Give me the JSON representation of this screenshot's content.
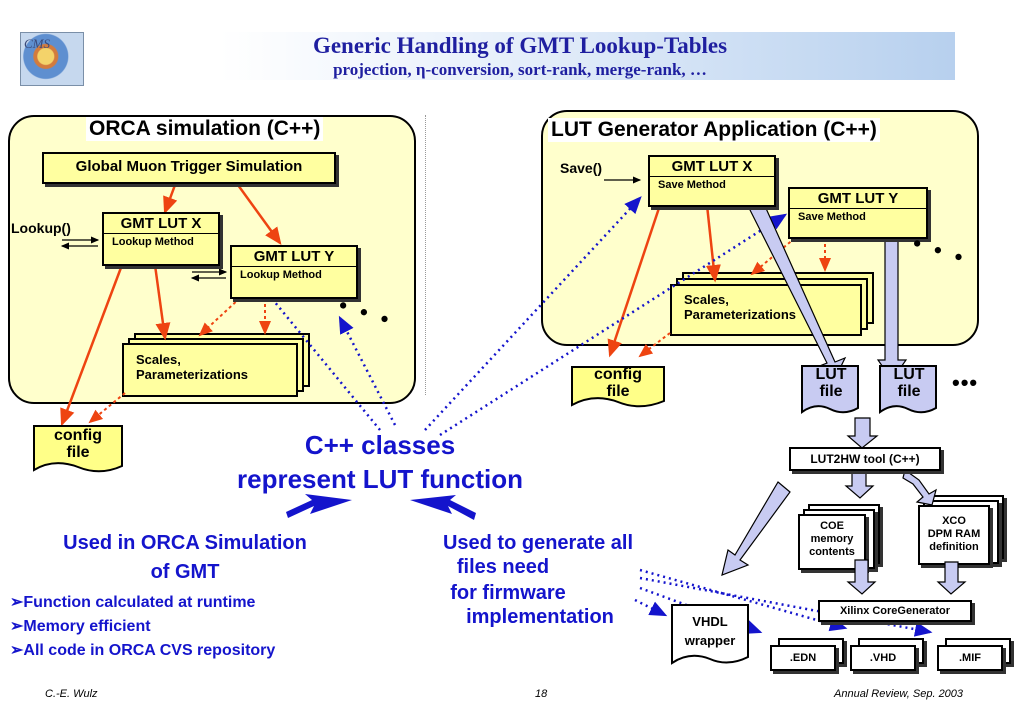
{
  "header": {
    "title": "Generic Handling of GMT Lookup-Tables",
    "subtitle": "projection, η-conversion, sort-rank, merge-rank, …",
    "logo_text": "CMS"
  },
  "orca": {
    "title": "ORCA simulation (C++)",
    "sim_box": "Global Muon Trigger Simulation",
    "lookup_label": "Lookup()",
    "lut_x": {
      "name": "GMT LUT X",
      "method": "Lookup Method"
    },
    "lut_y": {
      "name": "GMT LUT Y",
      "method": "Lookup Method"
    },
    "scales_l1": "Scales,",
    "scales_l2": "Parameterizations",
    "ellipsis": "• • •",
    "config_l1": "config",
    "config_l2": "file"
  },
  "lutgen": {
    "title": "LUT Generator Application (C++)",
    "save_label": "Save()",
    "lut_x": {
      "name": "GMT LUT X",
      "method": "Save Method"
    },
    "lut_y": {
      "name": "GMT LUT Y",
      "method": "Save Method"
    },
    "scales_l1": "Scales,",
    "scales_l2": "Parameterizations",
    "ellipsis": "• • •",
    "config_l1": "config",
    "config_l2": "file",
    "lut_file1_l1": "LUT",
    "lut_file1_l2": "file",
    "lut_file2_l1": "LUT",
    "lut_file2_l2": "file",
    "lut_ellipsis": "•••"
  },
  "center": {
    "line1": "C++ classes",
    "line2": "represent LUT function"
  },
  "left_use": {
    "line1": "Used in ORCA Simulation",
    "line2": "of GMT",
    "bullets": [
      "Function calculated at runtime",
      "Memory efficient",
      "All code in ORCA CVS repository"
    ]
  },
  "right_use": {
    "line1": "Used to generate all",
    "line2": "files need",
    "line3": "for firmware",
    "line4": "implementation"
  },
  "flow": {
    "lut2hw": "LUT2HW tool (C++)",
    "coe_l1": "COE",
    "coe_l2": "memory",
    "coe_l3": "contents",
    "xco_l1": "XCO",
    "xco_l2": "DPM RAM",
    "xco_l3": "definition",
    "coregen": "Xilinx CoreGenerator",
    "vhdl_l1": "VHDL",
    "vhdl_l2": "wrapper",
    "edn": ".EDN",
    "vhd": ".VHD",
    "mif": ".MIF"
  },
  "footer": {
    "author": "C.-E. Wulz",
    "page": "18",
    "event": "Annual Review, Sep. 2003"
  },
  "colors": {
    "title": "#1f1fa0",
    "panel_fill": "#ffffcc",
    "box_fill": "#ffffa0",
    "arrow_red": "#ee4411",
    "arrow_blue": "#1414cc",
    "fat_arrow": "#c8cbf2"
  }
}
